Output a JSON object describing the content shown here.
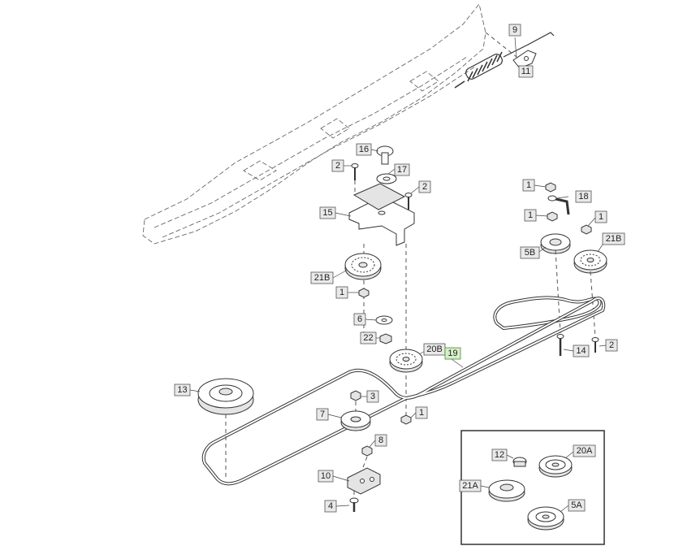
{
  "callouts": {
    "c9": "9",
    "c11": "11",
    "c16": "16",
    "c2a": "2",
    "c17": "17",
    "c2b": "2",
    "c15": "15",
    "c21b_left": "21B",
    "c1_left": "1",
    "c6": "6",
    "c22": "22",
    "c20b": "20B",
    "c19": "19",
    "c1_r1": "1",
    "c18": "18",
    "c1_r2": "1",
    "c1_r3": "1",
    "c5b": "5B",
    "c21b_right": "21B",
    "c14": "14",
    "c2c": "2",
    "c13": "13",
    "c3": "3",
    "c1_mid": "1",
    "c7": "7",
    "c8": "8",
    "c10": "10",
    "c4": "4",
    "c12": "12",
    "c20a": "20A",
    "c21a": "21A",
    "c5a": "5A"
  },
  "colors": {
    "highlight": "#d6efc8",
    "callout_fill": "#e9e9e9",
    "line": "#333333"
  }
}
